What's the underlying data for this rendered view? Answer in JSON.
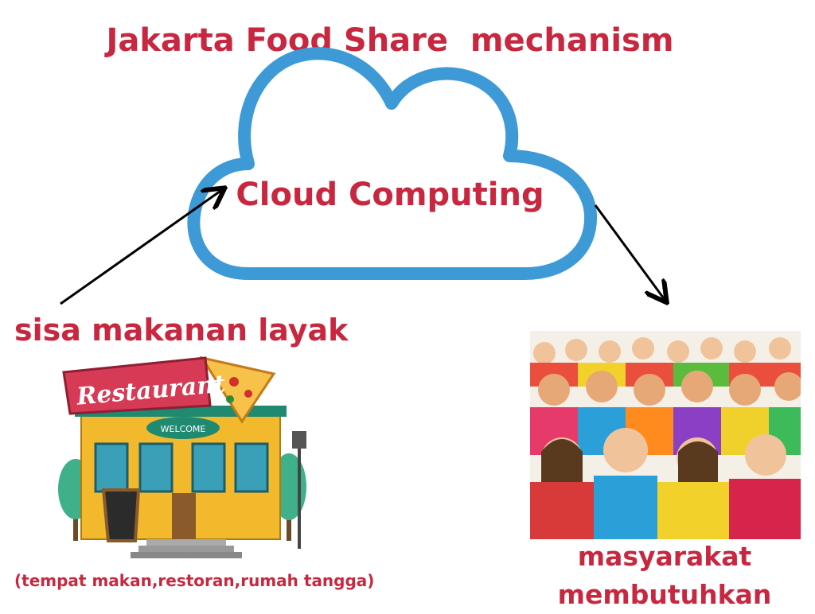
{
  "title": "Jakarta Food Share  mechanism",
  "cloud": {
    "label": "Cloud Computing"
  },
  "source": {
    "label": "sisa makanan layak",
    "sublabel": "(tempat makan,restoran,rumah tangga)",
    "sign_text": "Restaurant",
    "welcome_text": "WELCOME"
  },
  "target": {
    "label": "masyarakat membutuhkan"
  },
  "colors": {
    "accent": "#c8283f",
    "cloud_stroke": "#3e9ad6",
    "arrow": "#000000"
  },
  "icons": [
    "cloud-icon",
    "restaurant-illustration",
    "crowd-illustration"
  ]
}
